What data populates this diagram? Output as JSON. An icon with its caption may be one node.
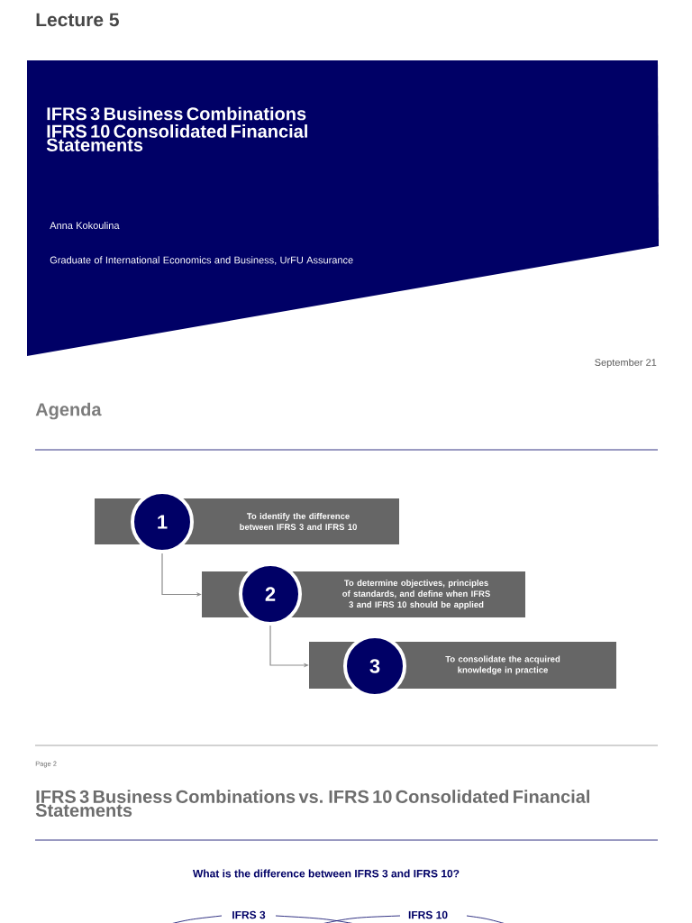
{
  "diagram": {
    "title": "Lecture 5",
    "nodes": [
      {
        "text": [
          "IFRS 3 Business Combinations",
          "IFRS 10 Consolidated Financial Statements",
          "Anna Kokoulina",
          "Graduate of International Economics and Business, UrFU Assurance"
        ]
      },
      {
        "text": [
          "To identify the difference between IFRS 3 and IFRS 10"
        ]
      },
      {
        "text": [
          "1"
        ]
      },
      {
        "text": [
          "To determine objectives, principles of standards, and define when IFRS 3 and IFRS 10 should be applied"
        ]
      },
      {
        "text": [
          "2"
        ]
      },
      {
        "text": [
          "To consolidate the acquired knowledge in practice"
        ]
      },
      {
        "text": [
          "3"
        ]
      }
    ],
    "edges": [
      {
        "from": 2,
        "to": 3,
        "arrow": "to"
      },
      {
        "from": 4,
        "to": 5,
        "arrow": "to"
      }
    ],
    "labels": [
      "September 21",
      "Agenda",
      "Page 2",
      "IFRS 3 Business Combinations vs. IFRS 10 Consolidated Financial Statements",
      "What is the difference between IFRS 3 and IFRS 10?",
      "IFRS 3",
      "IFRS 10"
    ]
  }
}
